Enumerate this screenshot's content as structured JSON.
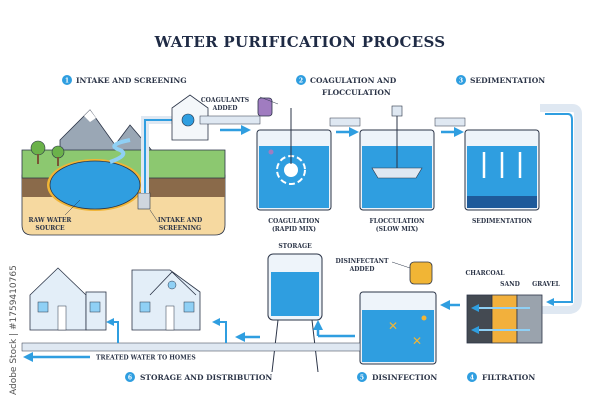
{
  "title": "WATER PURIFICATION PROCESS",
  "colors": {
    "water": "#2f9ee0",
    "water_light": "#8fd0f5",
    "pipe": "#dfe8f2",
    "outline": "#2b3447",
    "badge": "#2f9ee0",
    "coagulant": "#a07cc0",
    "disinfectant": "#f1b535",
    "sand": "#f2b03c",
    "charcoal": "#444a52",
    "gravel": "#9aa3ad"
  },
  "steps": [
    {
      "num": "1",
      "label": "INTAKE AND SCREENING"
    },
    {
      "num": "2",
      "label_line1": "COAGULATION AND",
      "label_line2": "FLOCCULATION"
    },
    {
      "num": "3",
      "label": "SEDIMENTATION"
    },
    {
      "num": "4",
      "label": "FILTRATION"
    },
    {
      "num": "5",
      "label": "DISINFECTION"
    },
    {
      "num": "6",
      "label": "STORAGE AND DISTRIBUTION"
    }
  ],
  "labels": {
    "raw_water_1": "RAW WATER",
    "raw_water_2": "SOURCE",
    "intake_1": "INTAKE AND",
    "intake_2": "SCREENING",
    "coagulants_1": "COAGULANTS",
    "coagulants_2": "ADDED",
    "coag_1": "COAGULATION",
    "coag_2": "(RAPID MIX)",
    "floc_1": "FLOCCULATION",
    "floc_2": "(SLOW MIX)",
    "sed": "SEDIMENTATION",
    "charcoal": "CHARCOAL",
    "sand": "SAND",
    "gravel": "GRAVEL",
    "disinfectant_1": "DISINFECTANT",
    "disinfectant_2": "ADDED",
    "storage": "STORAGE",
    "treated": "TREATED WATER TO HOMES"
  },
  "watermark": "Adobe Stock | #1759410765"
}
